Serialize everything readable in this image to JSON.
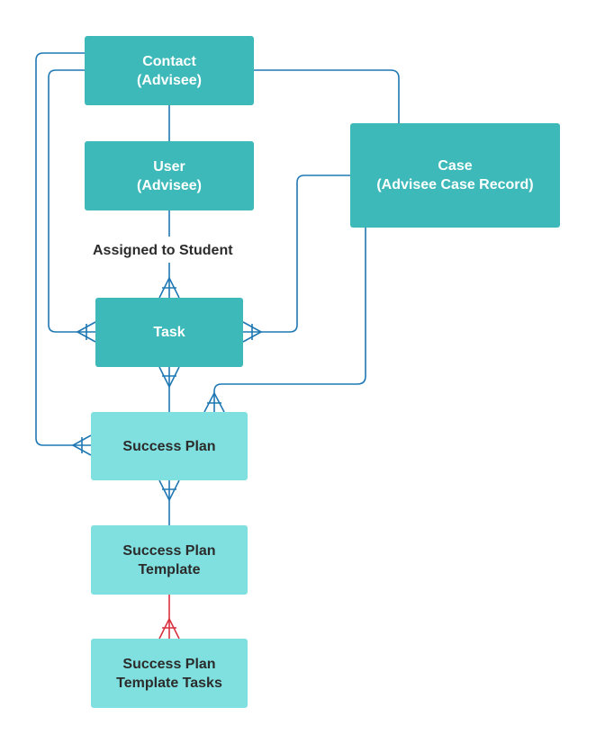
{
  "nodes": {
    "contact": {
      "line1": "Contact",
      "line2": "(Advisee)"
    },
    "user": {
      "line1": "User",
      "line2": "(Advisee)"
    },
    "case": {
      "line1": "Case",
      "line2": "(Advisee Case Record)"
    },
    "task": {
      "line1": "Task"
    },
    "success_plan": {
      "line1": "Success Plan"
    },
    "success_plan_template": {
      "line1": "Success Plan",
      "line2": "Template"
    },
    "success_plan_template_tasks": {
      "line1": "Success Plan",
      "line2": "Template Tasks"
    }
  },
  "edge_labels": {
    "user_task": "Assigned to Student"
  },
  "colors": {
    "entity_dark": "#3db9b9",
    "entity_light": "#80e0e0",
    "connector": "#1f78b4",
    "connector_highlight": "#d9303e"
  }
}
